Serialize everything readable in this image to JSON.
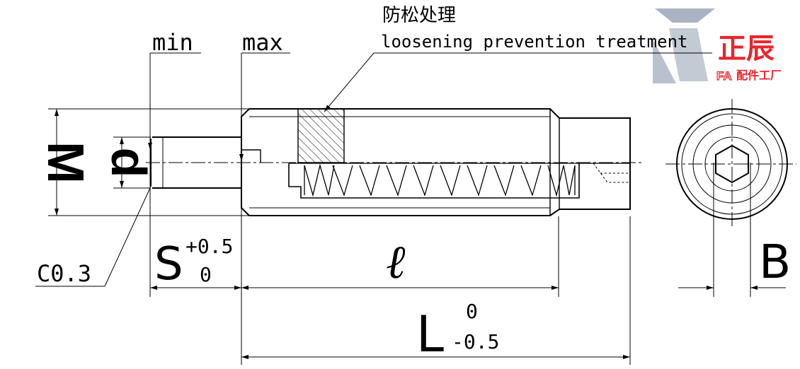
{
  "labels": {
    "treatment_cn": "防松处理",
    "treatment_en": "loosening prevention treatment",
    "min": "min",
    "max": "max",
    "chamfer": "C0.3",
    "dim_M": "M",
    "dim_d": "d",
    "dim_S": "S",
    "dim_S_upper": "+0.5",
    "dim_S_lower": "0",
    "dim_l": "ℓ",
    "dim_L": "L",
    "dim_L_upper": "0",
    "dim_L_lower": "-0.5",
    "dim_B": "B"
  },
  "logo": {
    "brand_cn": "正辰",
    "brand_fa": "FA",
    "brand_sub": "配件工厂",
    "color_red": "#e8262c",
    "color_gray": "#9aa6b8"
  },
  "colors": {
    "line": "#000000",
    "background": "#ffffff"
  }
}
